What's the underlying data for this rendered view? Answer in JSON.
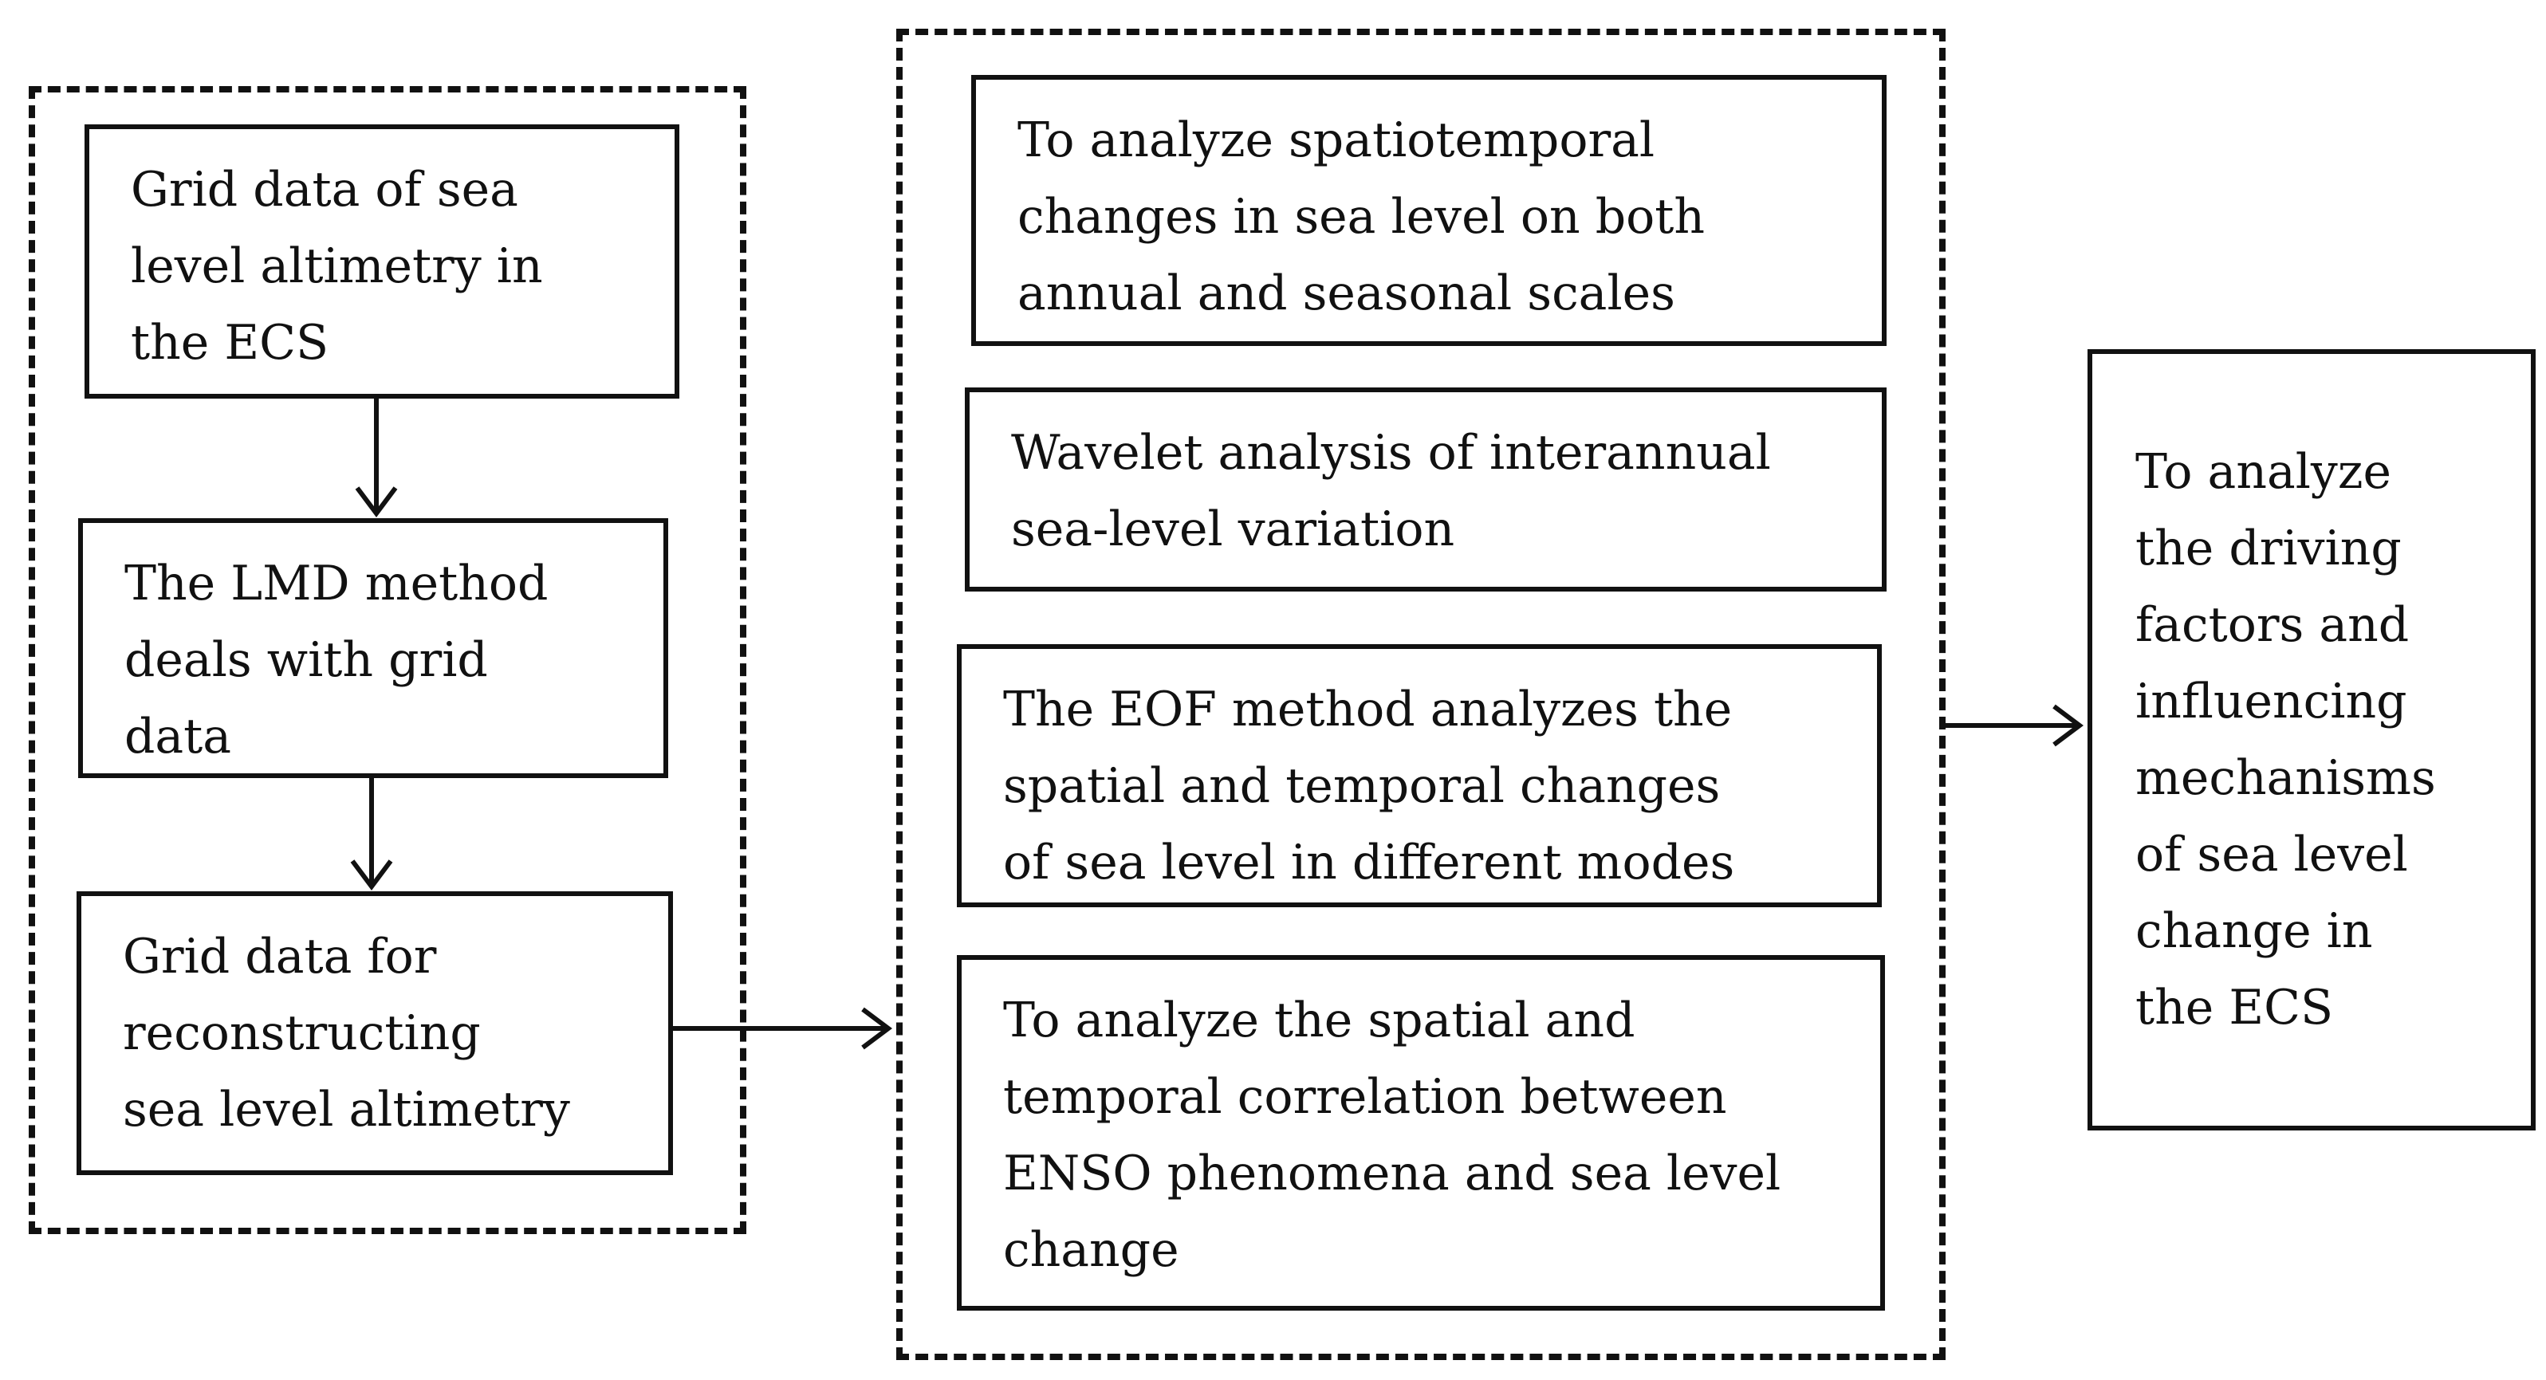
{
  "colors": {
    "stroke": "#111111",
    "background": "#ffffff"
  },
  "input_group": {
    "steps": [
      {
        "text": "Grid data of sea\nlevel altimetry in\nthe ECS"
      },
      {
        "text": "The LMD method\ndeals with grid\ndata"
      },
      {
        "text": "Grid data for\nreconstructing\nsea level altimetry"
      }
    ]
  },
  "analysis_group": {
    "steps": [
      {
        "text": "To analyze spatiotemporal\nchanges in sea level on both\nannual and seasonal scales"
      },
      {
        "text": "Wavelet analysis of interannual\nsea-level variation"
      },
      {
        "text": "The EOF method analyzes the\nspatial and temporal changes\nof sea level in different modes"
      },
      {
        "text": "To analyze the spatial and\ntemporal correlation between\nENSO phenomena and sea level\nchange"
      }
    ]
  },
  "output": {
    "text": "To analyze\nthe driving\nfactors and\ninfluencing\nmechanisms\nof sea level\nchange in\nthe ECS"
  }
}
